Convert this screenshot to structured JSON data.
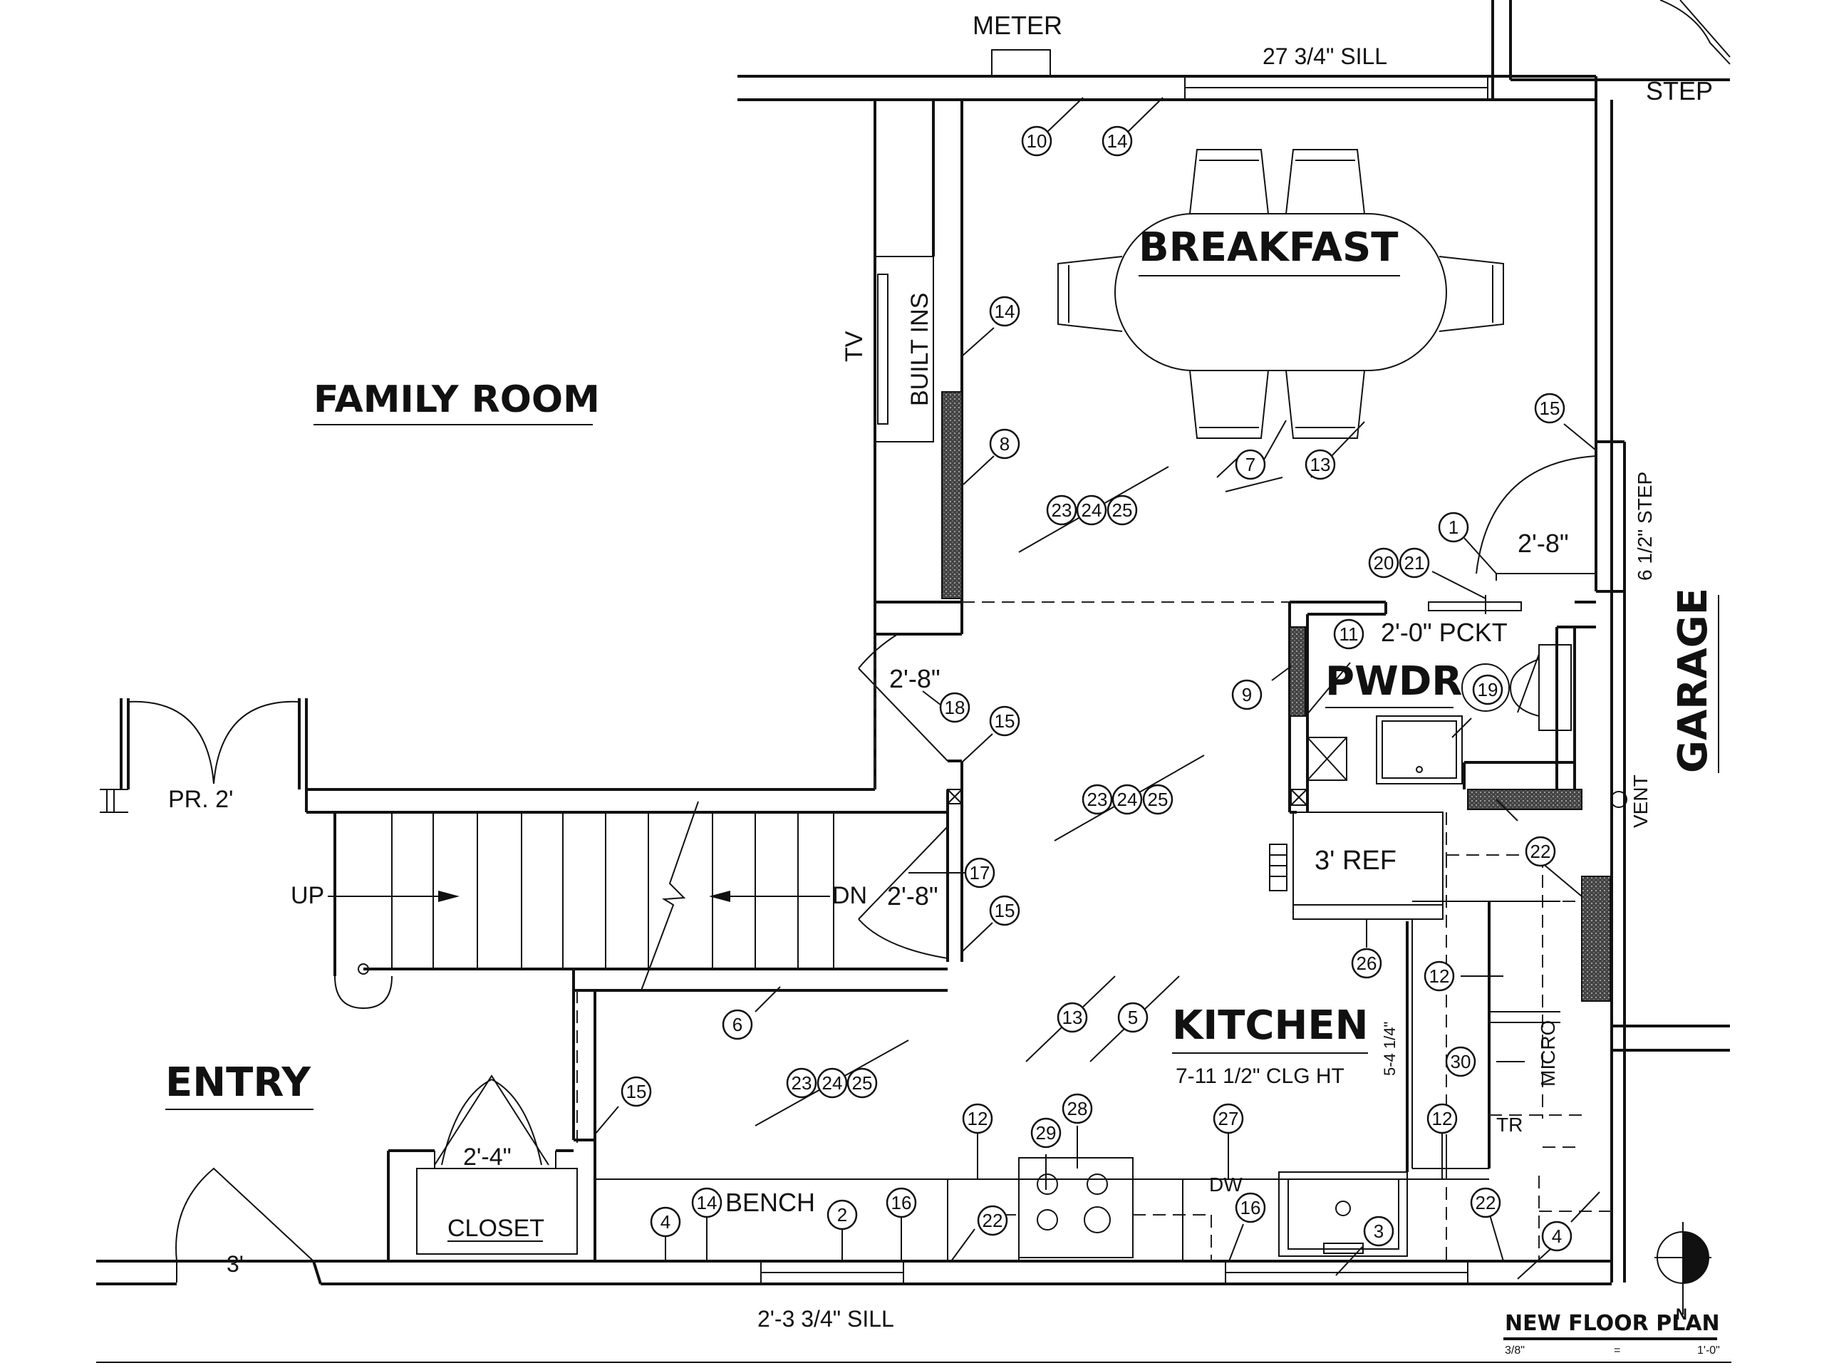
{
  "rooms": {
    "family_room": "FAMILY ROOM",
    "breakfast": "BREAKFAST",
    "pwdr": "PWDR",
    "garage": "GARAGE",
    "kitchen": "KITCHEN",
    "entry": "ENTRY"
  },
  "labels": {
    "meter": "METER",
    "top_sill": "27 3/4\" SILL",
    "step_top": "STEP",
    "step_side": "6 1/2\" STEP",
    "tv": "TV",
    "built_ins": "BUILT INS",
    "door_garage": "2'-8\"",
    "pocket_door": "2'-0\" PCKT",
    "door_stair_top": "2'-8\"",
    "door_stair_bottom": "2'-8\"",
    "french_door": "PR. 2'",
    "up": "UP",
    "dn": "DN",
    "vent": "VENT",
    "ref": "3' REF",
    "kitchen_ceiling": "7-11 1/2\" CLG HT",
    "kitchen_dim": "5-4 1/4\"",
    "micro": "MICRO",
    "tr": "TR",
    "closet_door": "2'-4\"",
    "closet": "CLOSET",
    "bench": "BENCH",
    "dw": "DW",
    "entry_door": "3'",
    "bottom_sill": "2'-3 3/4\" SILL",
    "north": "N",
    "plan_title": "NEW FLOOR PLAN",
    "scale_left": "3/8\"",
    "scale_mid": "=",
    "scale_right": "1'-0\""
  },
  "tags": {
    "t10": "10",
    "t14a": "14",
    "t14b": "14",
    "t8": "8",
    "t7": "7",
    "t13a": "13",
    "t15a": "15",
    "t1": "1",
    "t20": "20",
    "t21": "21",
    "t23a": "23",
    "t24a": "24",
    "t25a": "25",
    "t11": "11",
    "t9": "9",
    "t19": "19",
    "t18": "18",
    "t15b": "15",
    "t23b": "23",
    "t24b": "24",
    "t25b": "25",
    "t17": "17",
    "t15c": "15",
    "t22a": "22",
    "t26": "26",
    "t12a": "12",
    "t6": "6",
    "t13b": "13",
    "t5": "5",
    "t30": "30",
    "t23c": "23",
    "t24c": "24",
    "t25c": "25",
    "t15d": "15",
    "t12b": "12",
    "t29": "29",
    "t28": "28",
    "t27": "27",
    "t12c": "12",
    "t4a": "4",
    "t14c": "14",
    "t2": "2",
    "t16a": "16",
    "t22b": "22",
    "t16b": "16",
    "t3": "3",
    "t22c": "22",
    "t4b": "4"
  }
}
